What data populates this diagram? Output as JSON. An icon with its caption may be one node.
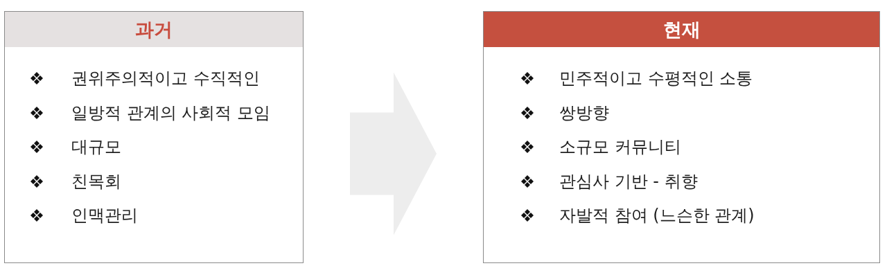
{
  "diagram": {
    "nodes": [
      {
        "text": [
          "과거",
          "권위주의적이고 수직적인",
          "일방적 관계의 사회적 모임",
          "대규모",
          "친목회",
          "인맥관리"
        ]
      },
      {
        "text": [
          "현재",
          "민주적이고 수평적인 소통",
          "쌍방향",
          "소규모 커뮤니티",
          "관심사 기반 - 취향",
          "자발적 참여 (느슨한 관계)"
        ]
      }
    ],
    "edges": [
      {
        "from": 0,
        "to": 1,
        "arrow": "to"
      }
    ]
  }
}
